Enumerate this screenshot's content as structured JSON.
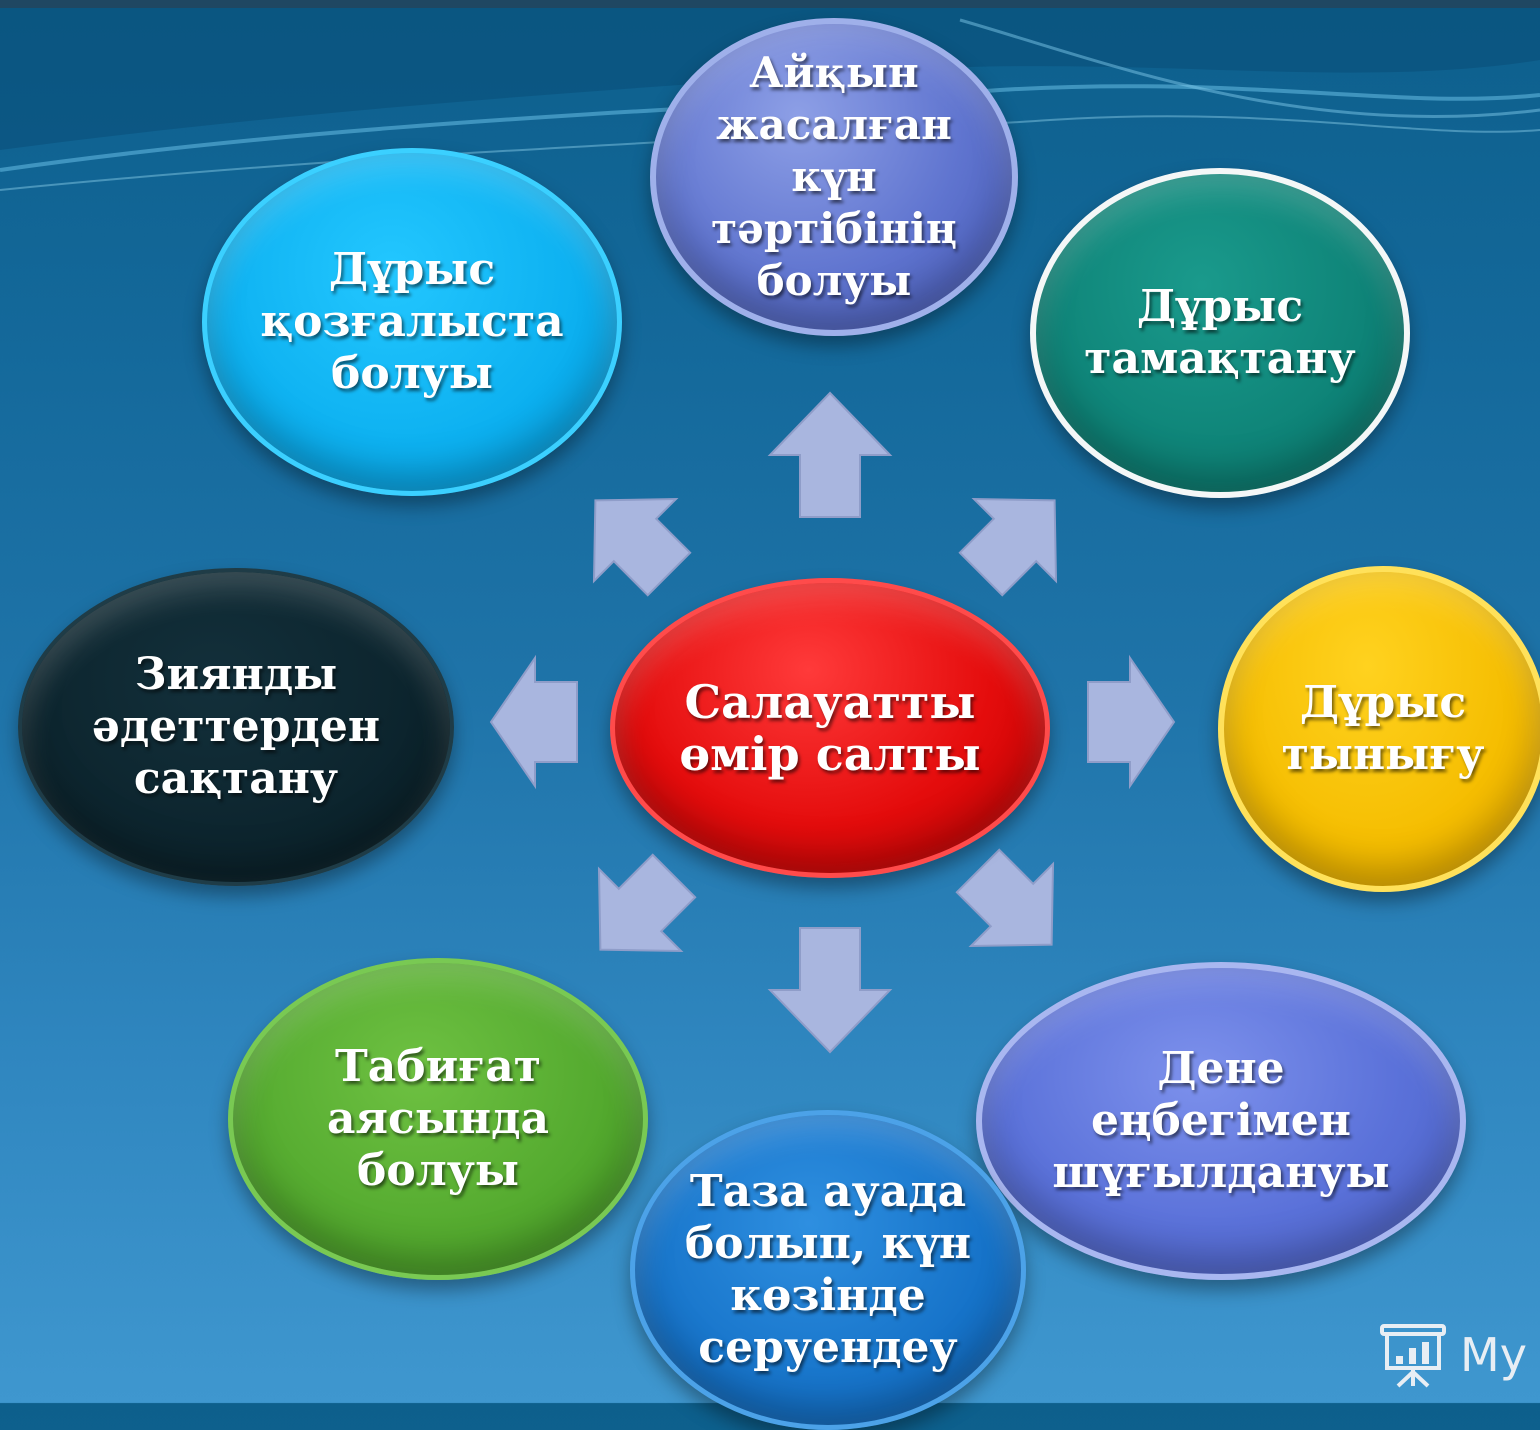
{
  "diagram": {
    "center": "Салауатты\nөмір салты",
    "nodes": {
      "schedule": "Айқын\nжасалған\nкүн\nтәртібінің\nболуы",
      "movement": "Дұрыс\nқозғалыста\nболуы",
      "nutrition": "Дұрыс\nтамақтану",
      "habits": "Зиянды\nәдеттерден\nсақтану",
      "rest": "Дұрыс\nтынығу",
      "nature": "Табиғат\nаясында\nболуы",
      "labor": "Дене\nеңбегімен\nшұғылдануы",
      "air": "Таза ауада\nболып, күн\nкөзінде\nсеруендеу"
    }
  },
  "watermark": {
    "text": "My",
    "icon": "presentation-board-icon"
  },
  "colors": {
    "background": "#1f74a9",
    "center": "#e40c0c",
    "schedule": "#5f74cf",
    "movement": "#0cb0f0",
    "nutrition": "#0e8377",
    "habits": "#0c242d",
    "rest": "#f5bd00",
    "nature": "#53a92e",
    "labor": "#5a71d9",
    "air": "#1673c9",
    "arrows": "#a9b6df"
  }
}
